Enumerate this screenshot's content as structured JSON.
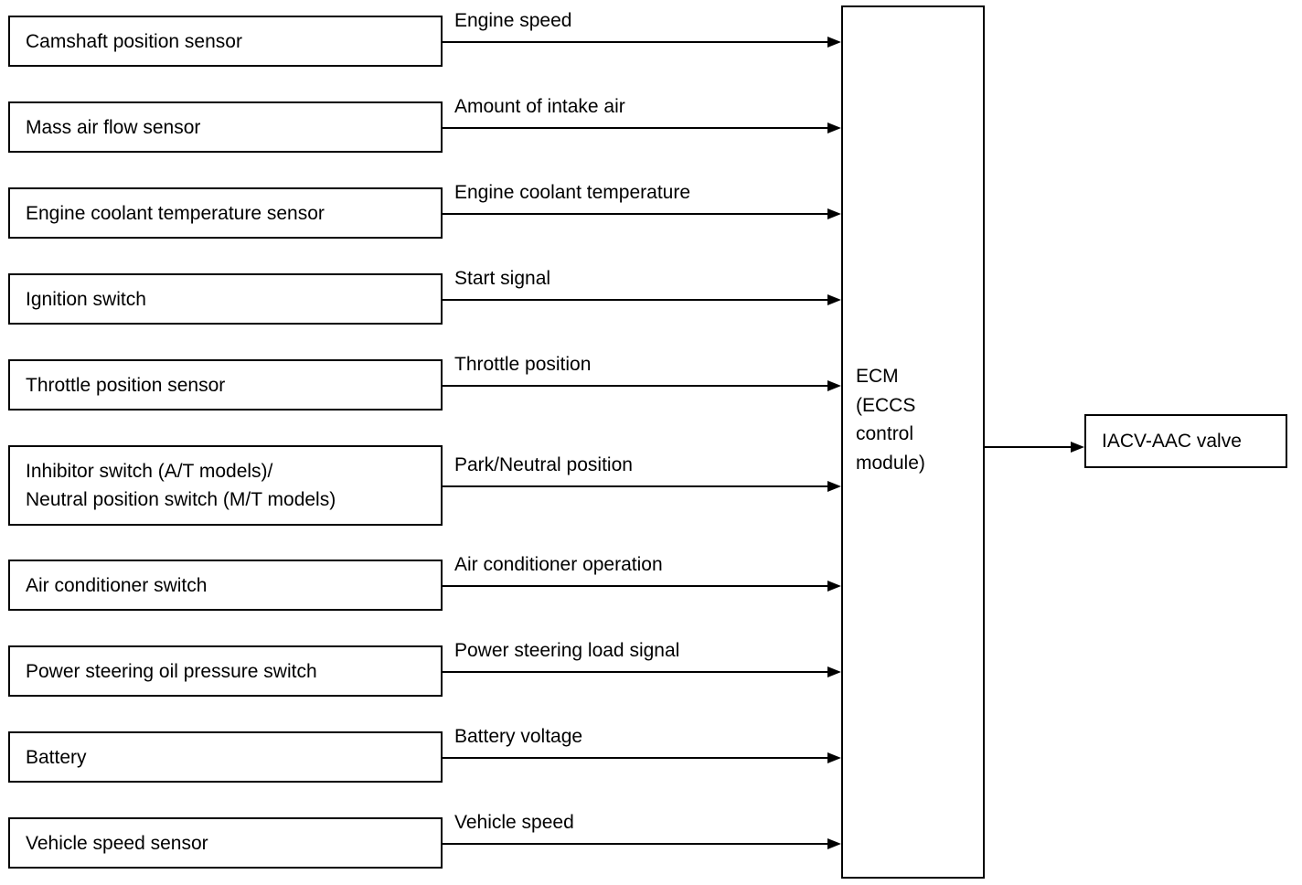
{
  "inputs": [
    {
      "lines": [
        "Camshaft position sensor"
      ],
      "signal": "Engine speed"
    },
    {
      "lines": [
        "Mass air flow sensor"
      ],
      "signal": "Amount of intake air"
    },
    {
      "lines": [
        "Engine coolant temperature sensor"
      ],
      "signal": "Engine coolant temperature"
    },
    {
      "lines": [
        "Ignition switch"
      ],
      "signal": "Start signal"
    },
    {
      "lines": [
        "Throttle position sensor"
      ],
      "signal": "Throttle position"
    },
    {
      "lines": [
        "Inhibitor switch (A/T models)/",
        "Neutral position switch (M/T models)"
      ],
      "signal": "Park/Neutral position"
    },
    {
      "lines": [
        "Air conditioner switch"
      ],
      "signal": "Air conditioner operation"
    },
    {
      "lines": [
        "Power steering oil pressure switch"
      ],
      "signal": "Power steering load signal"
    },
    {
      "lines": [
        "Battery"
      ],
      "signal": "Battery voltage"
    },
    {
      "lines": [
        "Vehicle speed sensor"
      ],
      "signal": "Vehicle speed"
    }
  ],
  "ecm": {
    "lines": [
      "ECM",
      "(ECCS",
      "control",
      "module)"
    ]
  },
  "output": {
    "label": "IACV-AAC valve"
  }
}
